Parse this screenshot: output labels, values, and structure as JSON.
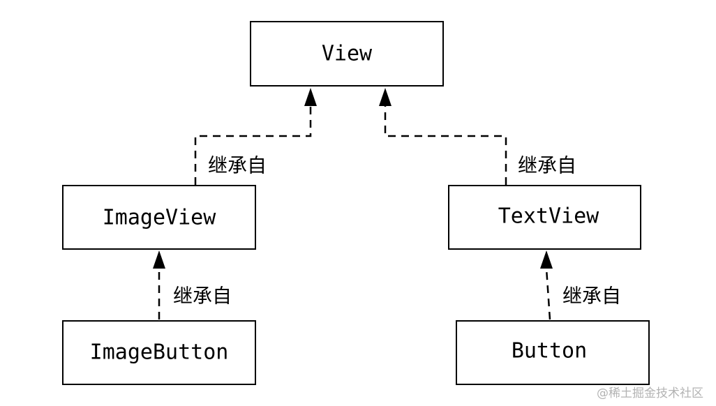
{
  "nodes": {
    "view": "View",
    "image_view": "ImageView",
    "text_view": "TextView",
    "image_button": "ImageButton",
    "button": "Button"
  },
  "edges": {
    "image_view_to_view": "继承自",
    "text_view_to_view": "继承自",
    "image_button_to_image_view": "继承自",
    "button_to_text_view": "继承自"
  },
  "watermark": "@稀土掘金技术社区",
  "colors": {
    "stroke": "#000000",
    "background": "#ffffff",
    "watermark": "#b3b3b3"
  }
}
